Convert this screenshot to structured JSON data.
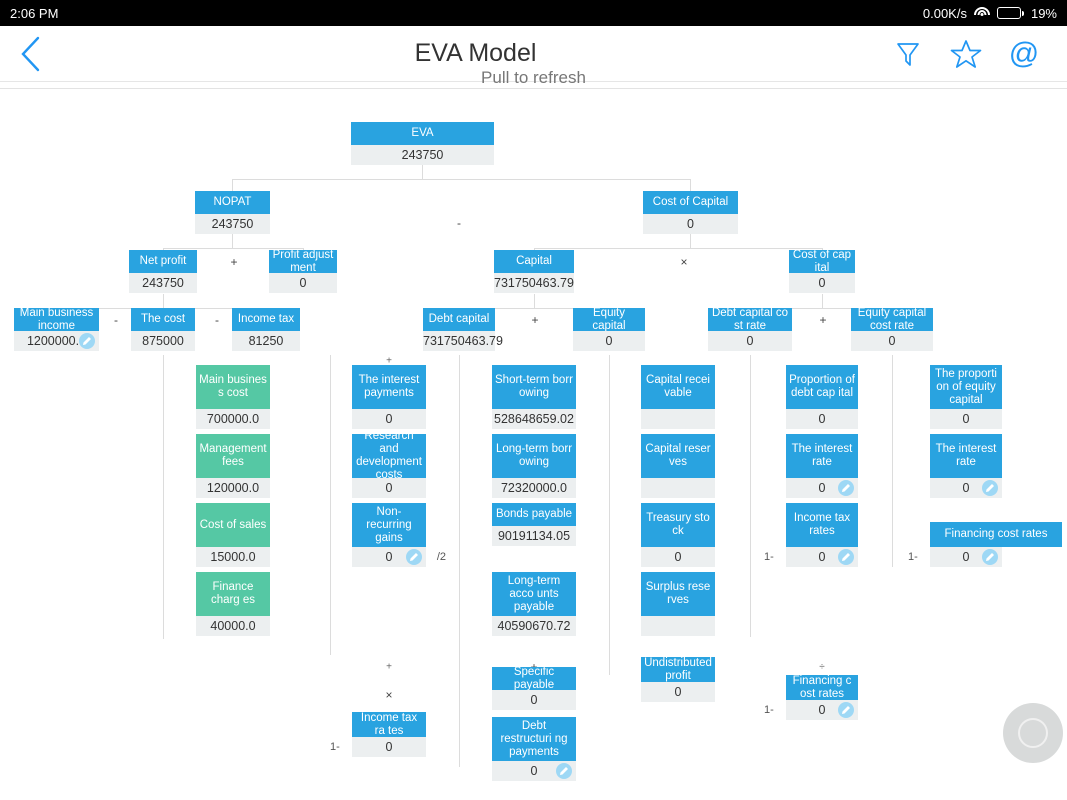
{
  "statusbar": {
    "time": "2:06 PM",
    "net_speed": "0.00K/s",
    "battery": "19%",
    "wifi_icon": "wifi-icon",
    "battery_icon": "battery-icon"
  },
  "appbar": {
    "back_icon": "chevron-left-icon",
    "title": "EVA Model",
    "filter_icon": "filter-icon",
    "star_icon": "star-icon",
    "at_icon": "at-icon",
    "at_glyph": "@"
  },
  "refresh": {
    "hint": "Pull to refresh"
  },
  "fab": {
    "icon": "record-circle-icon"
  },
  "colors": {
    "accent_blue": "#29a3e0",
    "node_green": "#55c8a4",
    "value_bg": "#eceff0",
    "line": "#dcdcdc",
    "app_accent": "#2196f3"
  },
  "operators": {
    "minus": "-",
    "plus": "+",
    "times": "×",
    "divide": "÷"
  },
  "tree": {
    "root": {
      "label": "EVA",
      "value": "243750"
    },
    "nopat": {
      "label": "NOPAT",
      "value": "243750"
    },
    "cost_of_capital": {
      "label": "Cost of Capital",
      "value": "0"
    },
    "net_profit": {
      "label": "Net profit",
      "value": "243750"
    },
    "profit_adjustment": {
      "label": "Profit adjust ment",
      "value": "0"
    },
    "capital": {
      "label": "Capital",
      "value": "731750463.79"
    },
    "cost_of_capital_rate": {
      "label": "Cost of cap ital",
      "value": "0"
    },
    "main_business_income": {
      "label": "Main business income",
      "value": "1200000.0",
      "editable": true
    },
    "the_cost": {
      "label": "The cost",
      "value": "875000"
    },
    "income_tax": {
      "label": "Income tax",
      "value": "81250"
    },
    "debt_capital": {
      "label": "Debt capital",
      "value": "731750463.79"
    },
    "equity_capital": {
      "label": "Equity capital",
      "value": "0"
    },
    "debt_capital_cost_rate": {
      "label": "Debt capital co st rate",
      "value": "0"
    },
    "equity_capital_cost_rate": {
      "label": "Equity capital cost rate",
      "value": "0"
    }
  },
  "cost_children": [
    {
      "label": "Main busines s cost",
      "value": "700000.0",
      "op": "+"
    },
    {
      "label": "Management fees",
      "value": "120000.0",
      "op": "+"
    },
    {
      "label": "Cost of sales",
      "value": "15000.0",
      "op": "+"
    },
    {
      "label": "Finance charg es",
      "value": "40000.0",
      "op": ""
    }
  ],
  "adjustment_children": [
    {
      "label": "The interest payments",
      "value": "0",
      "op": "+"
    },
    {
      "label": "Research and development costs",
      "value": "0",
      "op": "-"
    },
    {
      "label": "Non-recurring gains",
      "value": "0",
      "op": "×",
      "editable": true,
      "suffix": "/2"
    },
    {
      "label": "Income tax ra tes",
      "value": "0",
      "prefix": "1-",
      "op": ""
    }
  ],
  "debt_children": [
    {
      "label": "Short-term borr owing",
      "value": "528648659.02",
      "op": "+"
    },
    {
      "label": "Long-term borr owing",
      "value": "72320000.0",
      "op": "+"
    },
    {
      "label": "Bonds payable",
      "value": "90191134.05",
      "op": "+"
    },
    {
      "label": "Long-term acco unts payable",
      "value": "40590670.72",
      "op": "+"
    },
    {
      "label": "Specific payable",
      "value": "0",
      "op": "+"
    },
    {
      "label": "Debt restructuri ng payments",
      "value": "0",
      "op": "",
      "editable": true
    }
  ],
  "equity_children": [
    {
      "label": "Capital recei vable",
      "value": "",
      "op": "+"
    },
    {
      "label": "Capital reser ves",
      "value": "",
      "op": "+"
    },
    {
      "label": "Treasury sto ck",
      "value": "0",
      "op": "+"
    },
    {
      "label": "Surplus rese rves",
      "value": "",
      "op": "+"
    },
    {
      "label": "Undistributed profit",
      "value": "0",
      "op": ""
    }
  ],
  "debt_rate_children": [
    {
      "label": "Proportion of debt cap ital",
      "value": "0",
      "op": "×"
    },
    {
      "label": "The interest rate",
      "value": "0",
      "op": "×",
      "editable": true
    },
    {
      "label": "Income tax rates",
      "value": "0",
      "prefix": "1-",
      "op": "÷",
      "editable": true
    },
    {
      "label": "Financing c ost rates",
      "value": "0",
      "prefix": "1-",
      "op": "",
      "editable": true
    }
  ],
  "equity_rate_children": [
    {
      "label": "The proporti on of equity capital",
      "value": "0",
      "op": "×"
    },
    {
      "label": "The interest rate",
      "value": "0",
      "op": "÷",
      "editable": true
    },
    {
      "label": "Financing cost rates",
      "value": "0",
      "prefix": "1-",
      "op": "",
      "editable": true
    }
  ]
}
